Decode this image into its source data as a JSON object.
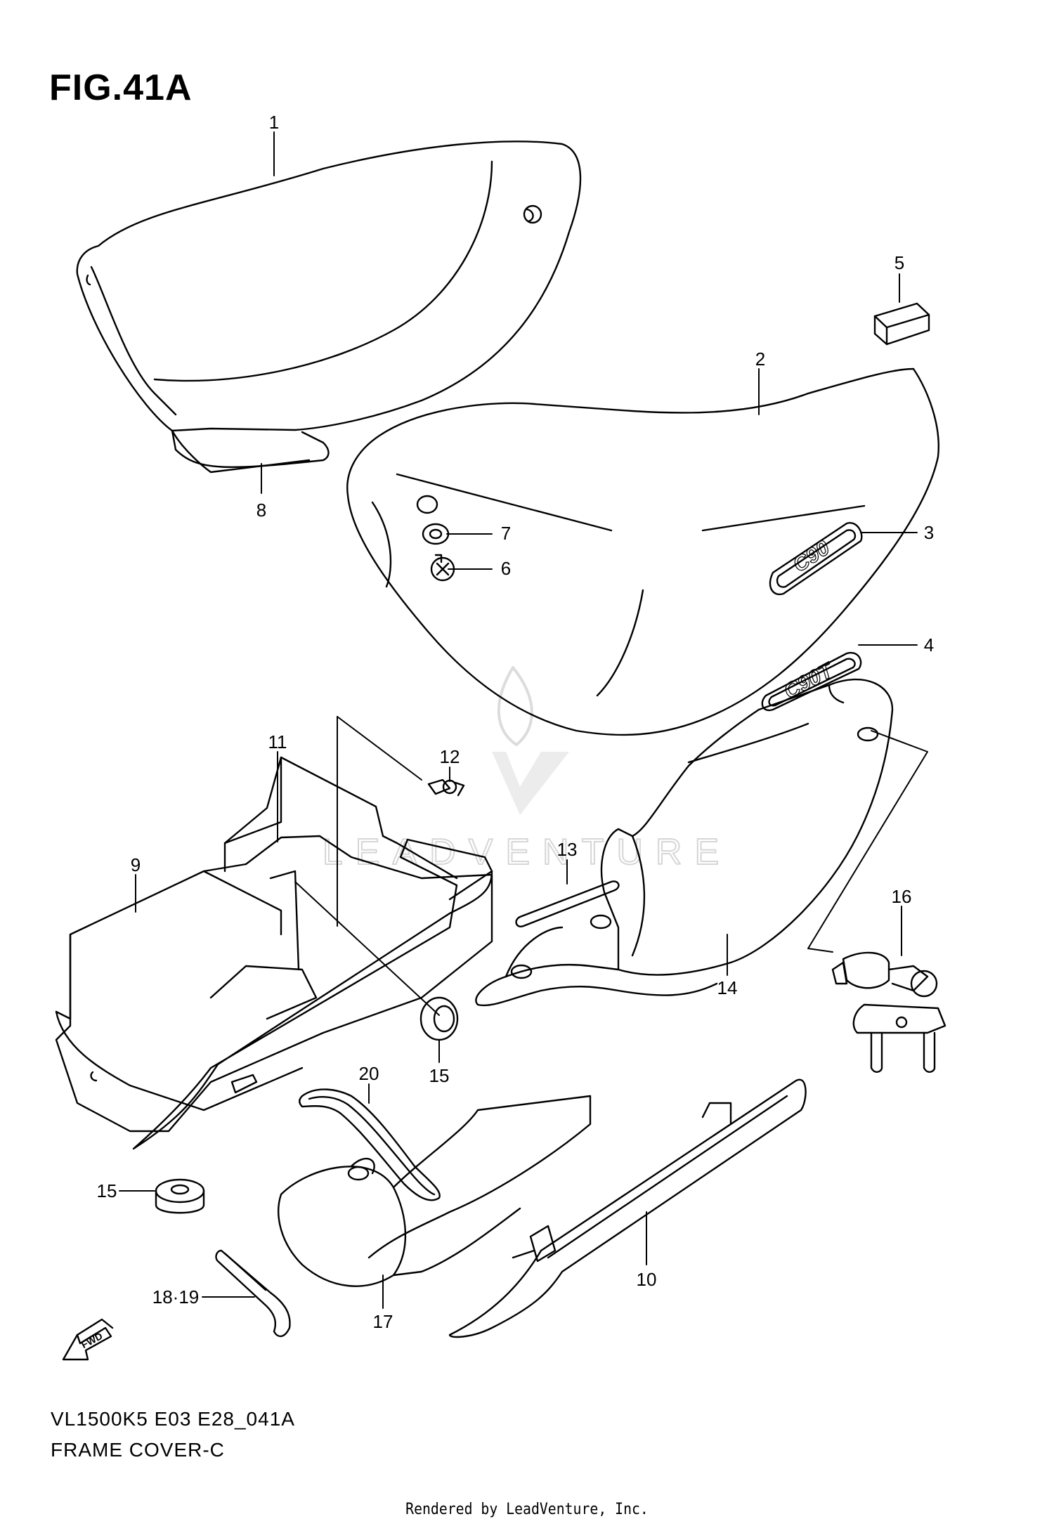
{
  "figure_title": "FIG.41A",
  "callouts": [
    "1",
    "2",
    "3",
    "4",
    "5",
    "6",
    "7",
    "8",
    "9",
    "10",
    "11",
    "12",
    "13",
    "14",
    "15",
    "15",
    "16",
    "17",
    "18·19",
    "20"
  ],
  "emblems": {
    "c90": "C90",
    "c90t": "C90T"
  },
  "fwd_label": "FWD",
  "watermark": {
    "brand": "LEADVENTURE",
    "color": "#d8d8d8"
  },
  "caption_line1": "VL1500K5 E03 E28_041A",
  "caption_line2": "FRAME COVER-C",
  "footer": "Rendered by LeadVenture, Inc."
}
